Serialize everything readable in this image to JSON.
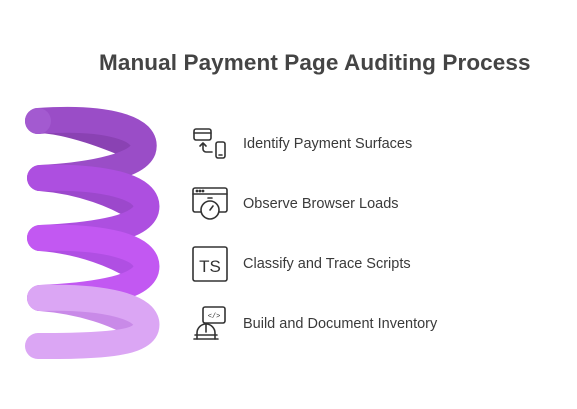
{
  "title": "Manual Payment Page Auditing Process",
  "colors": {
    "coil_top": "#9a4dc7",
    "coil_mid1": "#ad4fe0",
    "coil_mid2": "#c258f2",
    "coil_bottom": "#dba6f4",
    "icon_stroke": "#333333",
    "text": "#3a3a3a",
    "title": "#444444"
  },
  "steps": [
    {
      "label": "Identify Payment Surfaces",
      "icon": "card-to-mobile-icon"
    },
    {
      "label": "Observe Browser Loads",
      "icon": "browser-stopwatch-icon"
    },
    {
      "label": "Classify and Trace Scripts",
      "icon": "typescript-icon",
      "icon_text": "TS"
    },
    {
      "label": "Build and Document Inventory",
      "icon": "code-builder-icon",
      "icon_text": "</>"
    }
  ]
}
